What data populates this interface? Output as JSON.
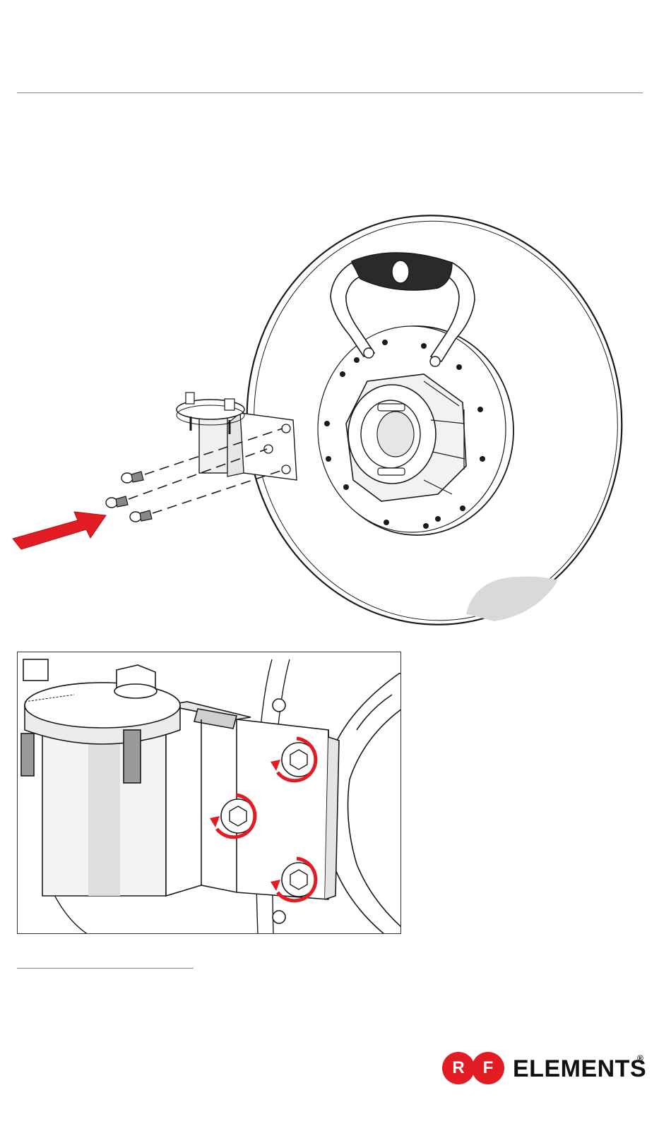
{
  "logo": {
    "letter_left": "R",
    "letter_right": "F",
    "wordmark": "ELEMENTS",
    "registered": "®"
  },
  "colors": {
    "accent_red": "#e31b23",
    "line": "#1a1a1a",
    "shade": "#d9d9d9"
  },
  "icons": [
    "arrow-right-icon",
    "rotate-clockwise-icon"
  ]
}
